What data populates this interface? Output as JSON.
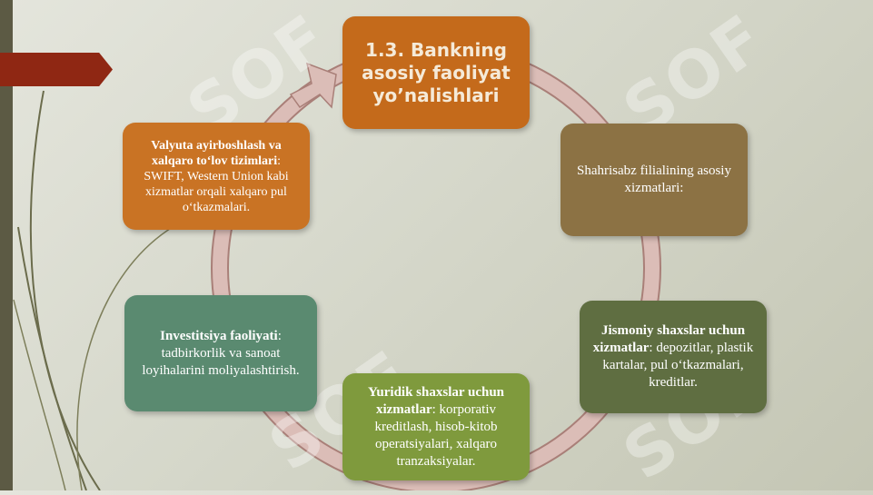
{
  "title": "1.3. Bankning asosiy faoliyat yo’nalishlari",
  "boxes": {
    "shahrisabz": {
      "text": "Shahrisabz filialining asosiy xizmatlari:"
    },
    "jismoniy": {
      "bold": "Jismoniy shaxslar uchun xizmatlar",
      "text": ": depozitlar, plastik kartalar, pul o‘tkazmalari, kreditlar."
    },
    "yuridik": {
      "bold": "Yuridik shaxslar uchun xizmatlar",
      "text": ": korporativ kreditlash, hisob-kitob operatsiyalari, xalqaro tranzaksiyalar."
    },
    "investitsiya": {
      "bold": "Investitsiya faoliyati",
      "text": ": tadbirkorlik va sanoat loyihalarini moliyalashtirish."
    },
    "valyuta": {
      "bold": "Valyuta ayirboshlash va xalqaro to‘lov tizimlari",
      "text": ": SWIFT, Western Union kabi xizmatlar orqali xalqaro pul o‘tkazmalari."
    }
  },
  "watermark": "SOF",
  "colors": {
    "title": "#c46a1b",
    "shahrisabz": "#8c7244",
    "jismoniy": "#5f6e41",
    "yuridik": "#7f9a3d",
    "investitsiya": "#5a8a70",
    "valyuta": "#c97324",
    "cycle_arrow": "#d9b3ad"
  }
}
